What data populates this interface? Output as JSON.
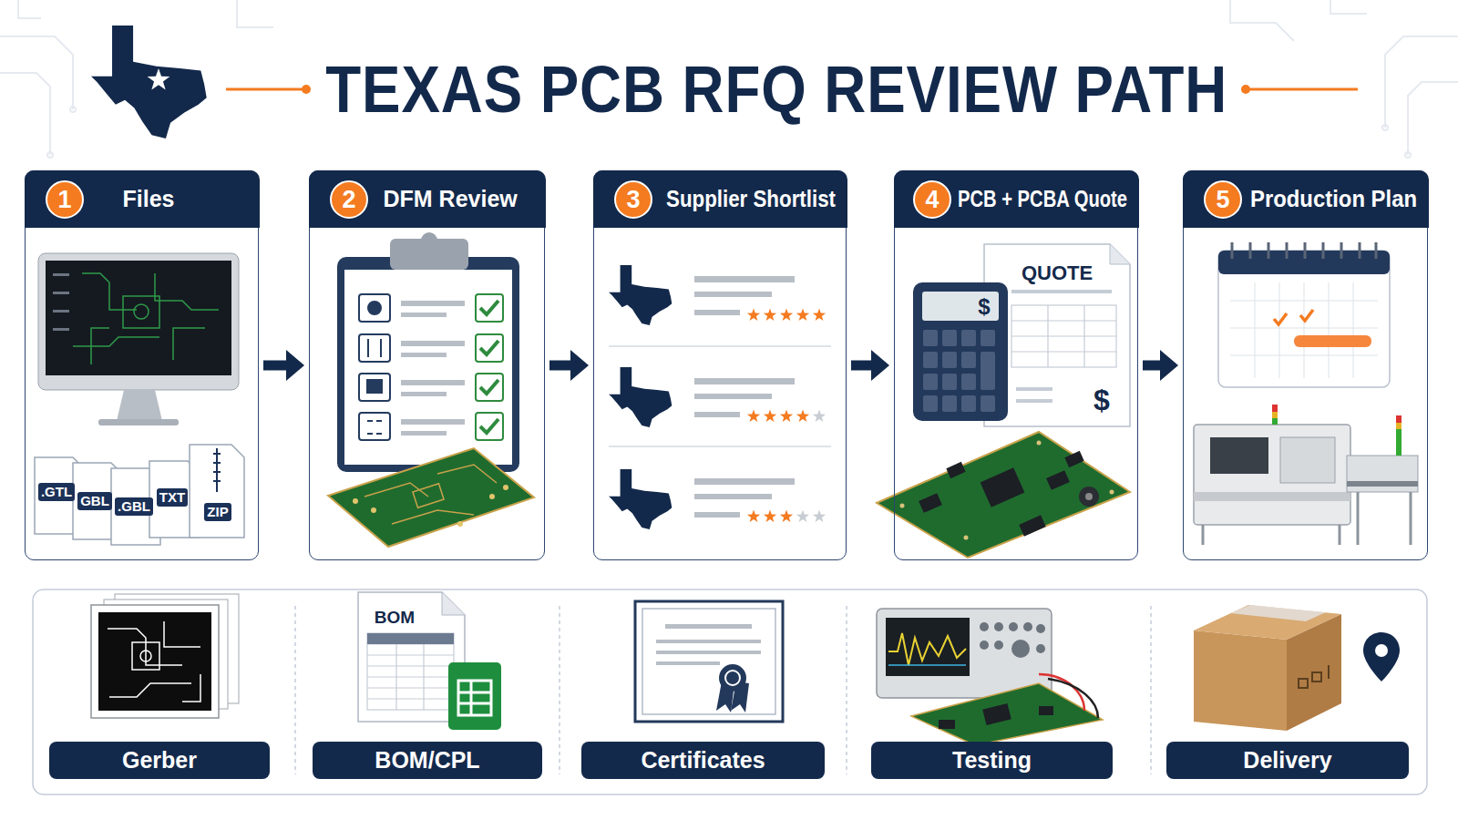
{
  "diagram": {
    "title": "TEXAS PCB RFQ REVIEW PATH",
    "nodes": [
      {
        "text": [
          "Files"
        ]
      },
      {
        "text": [
          "1"
        ],
        "in": 0
      },
      {
        "text": [
          "DFM Review"
        ]
      },
      {
        "text": [
          "2"
        ],
        "in": 2
      },
      {
        "text": [
          "Supplier Shortlist"
        ]
      },
      {
        "text": [
          "3"
        ],
        "in": 4
      },
      {
        "text": [
          "PCB + PCBA Quote"
        ]
      },
      {
        "text": [
          "4"
        ],
        "in": 6
      },
      {
        "text": [
          "Production Plan"
        ]
      },
      {
        "text": [
          "5"
        ],
        "in": 8
      },
      {
        "text": [
          "Gerber"
        ]
      },
      {
        "text": [
          "BOM/CPL"
        ]
      },
      {
        "text": [
          "Certificates"
        ]
      },
      {
        "text": [
          "Testing"
        ]
      },
      {
        "text": [
          "Delivery"
        ]
      }
    ],
    "edges": [
      {
        "from": 0,
        "to": 2,
        "arrow": "to"
      },
      {
        "from": 2,
        "to": 4,
        "arrow": "to"
      },
      {
        "from": 4,
        "to": 6,
        "arrow": "to"
      },
      {
        "from": 6,
        "to": 8,
        "arrow": "to"
      }
    ],
    "labels": [
      ".GTL",
      "GBL",
      ".GBL",
      "TXT",
      "ZIP",
      "QUOTE",
      "$",
      "$",
      "BOM"
    ]
  }
}
